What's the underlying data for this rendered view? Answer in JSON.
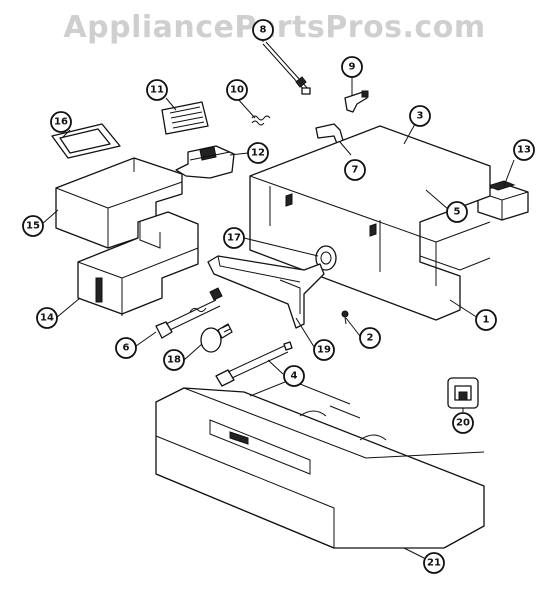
{
  "watermark": "AppliancePartsPros.com",
  "callouts": [
    "1",
    "2",
    "3",
    "4",
    "5",
    "6",
    "7",
    "8",
    "9",
    "10",
    "11",
    "12",
    "13",
    "14",
    "15",
    "16",
    "17",
    "18",
    "19",
    "20",
    "21"
  ]
}
